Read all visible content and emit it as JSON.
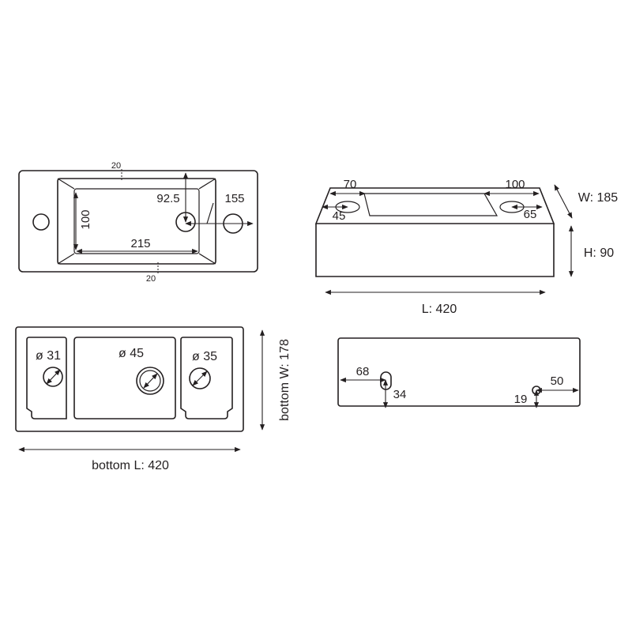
{
  "top_view": {
    "gap_top": "20",
    "gap_bottom": "20",
    "height_100": "100",
    "width_215": "215",
    "offset_92_5": "92.5",
    "offset_155": "155"
  },
  "iso_view": {
    "dim_70": "70",
    "dim_100": "100",
    "dim_45": "45",
    "dim_65": "65",
    "width": "W: 185",
    "height": "H: 90",
    "length": "L: 420"
  },
  "bottom_view": {
    "d31": "ø 31",
    "d45": "ø 45",
    "d35": "ø 35",
    "bottom_w": "bottom W: 178",
    "bottom_l": "bottom L: 420"
  },
  "back_view": {
    "dim_68": "68",
    "dim_34": "34",
    "dim_50": "50",
    "dim_19": "19"
  }
}
